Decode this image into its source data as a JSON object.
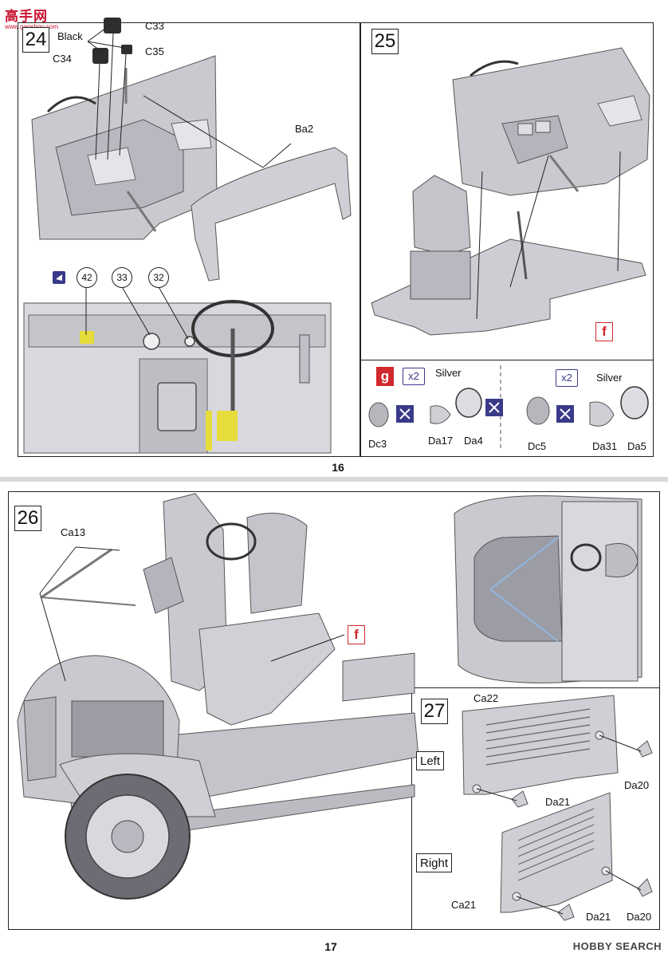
{
  "logo": {
    "text": "高手网",
    "sub": "www.gaoshou.com"
  },
  "watermark": "HOBBY SEARCH",
  "top_page": {
    "page_number": "16",
    "step24": {
      "number": "24",
      "labels": {
        "black": "Black",
        "c33": "C33",
        "c34": "C34",
        "c35": "C35",
        "ba2": "Ba2"
      },
      "decals": [
        "42",
        "33",
        "32"
      ]
    },
    "step25": {
      "number": "25",
      "ref": "f"
    },
    "subassembly": {
      "ref": "g",
      "left": {
        "multiplier": "x2",
        "silver": "Silver",
        "parts": [
          "Dc3",
          "Da17",
          "Da4"
        ]
      },
      "right": {
        "multiplier": "x2",
        "silver": "Silver",
        "parts": [
          "Dc5",
          "Da31",
          "Da5"
        ]
      }
    }
  },
  "bottom_page": {
    "page_number": "17",
    "step26": {
      "number": "26",
      "part": "Ca13",
      "ref": "f"
    },
    "step27": {
      "number": "27",
      "left": {
        "label": "Left",
        "parts": {
          "panel": "Ca22",
          "upper": "Da20",
          "lower": "Da21"
        }
      },
      "right": {
        "label": "Right",
        "parts": {
          "panel": "Ca21",
          "upper": "Da20",
          "lower": "Da21"
        }
      }
    }
  },
  "colors": {
    "accent_red": "#d0282d",
    "accent_blue": "#3a3a8a",
    "part_gray": "#c9c9cf"
  }
}
